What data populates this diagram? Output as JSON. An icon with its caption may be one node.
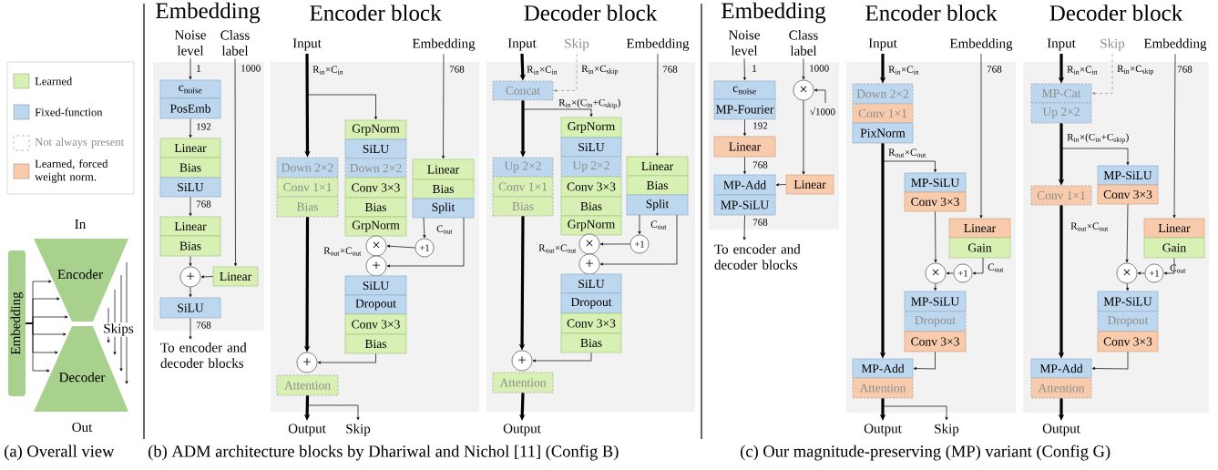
{
  "diagram": {
    "nodes": [
      {
        "text": [
          "Embedding"
        ]
      },
      {
        "text": [
          "Encoder"
        ],
        "beside": [
          "In"
        ]
      },
      {
        "text": [
          "Decoder"
        ],
        "beside": [
          "Out"
        ]
      },
      {
        "text": [
          "Embedding"
        ]
      },
      {
        "text": [
          "Noise level"
        ]
      },
      {
        "text": [
          "Class label"
        ]
      },
      {
        "text": [
          "c$_{noise}$"
        ],
        "in": 3
      },
      {
        "text": [
          "PosEmb"
        ],
        "in": 3
      },
      {
        "text": [
          "Linear"
        ],
        "in": 3
      },
      {
        "text": [
          "Bias"
        ],
        "in": 3
      },
      {
        "text": [
          "SiLU"
        ],
        "in": 3
      },
      {
        "text": [
          "Linear"
        ],
        "in": 3
      },
      {
        "text": [
          "Bias"
        ],
        "in": 3
      },
      {
        "text": [
          "+"
        ],
        "in": 3
      },
      {
        "text": [
          "Linear"
        ],
        "in": 3
      },
      {
        "text": [
          "SiLU"
        ],
        "in": 3
      },
      {
        "text": [
          "To encoder and decoder blocks"
        ]
      },
      {
        "text": [
          "Encoder block"
        ]
      },
      {
        "text": [
          "Input"
        ]
      },
      {
        "text": [
          "Embedding"
        ]
      },
      {
        "text": [
          "Down 2×2"
        ],
        "in": 17
      },
      {
        "text": [
          "Conv 1×1"
        ],
        "in": 17
      },
      {
        "text": [
          "Bias"
        ],
        "in": 17
      },
      {
        "text": [
          "GrpNorm"
        ],
        "in": 17
      },
      {
        "text": [
          "SiLU"
        ],
        "in": 17
      },
      {
        "text": [
          "Down 2×2"
        ],
        "in": 17
      },
      {
        "text": [
          "Conv 3×3"
        ],
        "in": 17
      },
      {
        "text": [
          "Bias"
        ],
        "in": 17
      },
      {
        "text": [
          "GrpNorm"
        ],
        "in": 17
      },
      {
        "text": [
          "Linear"
        ],
        "in": 17
      },
      {
        "text": [
          "Bias"
        ],
        "in": 17
      },
      {
        "text": [
          "Split"
        ],
        "in": 17
      },
      {
        "text": [
          "×"
        ],
        "in": 17
      },
      {
        "text": [
          "+1"
        ],
        "in": 17
      },
      {
        "text": [
          "+"
        ],
        "in": 17
      },
      {
        "text": [
          "SiLU"
        ],
        "in": 17
      },
      {
        "text": [
          "Dropout"
        ],
        "in": 17
      },
      {
        "text": [
          "Conv 3×3"
        ],
        "in": 17
      },
      {
        "text": [
          "Bias"
        ],
        "in": 17
      },
      {
        "text": [
          "+"
        ],
        "in": 17
      },
      {
        "text": [
          "Attention"
        ],
        "in": 17
      },
      {
        "text": [
          "Output"
        ]
      },
      {
        "text": [
          "Skip"
        ]
      },
      {
        "text": [
          "Decoder block"
        ]
      },
      {
        "text": [
          "Input"
        ]
      },
      {
        "text": [
          "Skip"
        ]
      },
      {
        "text": [
          "Embedding"
        ]
      },
      {
        "text": [
          "Concat"
        ],
        "in": 43
      },
      {
        "text": [
          "Up 2×2"
        ],
        "in": 43
      },
      {
        "text": [
          "Conv 1×1"
        ],
        "in": 43
      },
      {
        "text": [
          "Bias"
        ],
        "in": 43
      },
      {
        "text": [
          "GrpNorm"
        ],
        "in": 43
      },
      {
        "text": [
          "SiLU"
        ],
        "in": 43
      },
      {
        "text": [
          "Up 2×2"
        ],
        "in": 43
      },
      {
        "text": [
          "Conv 3×3"
        ],
        "in": 43
      },
      {
        "text": [
          "Bias"
        ],
        "in": 43
      },
      {
        "text": [
          "GrpNorm"
        ],
        "in": 43
      },
      {
        "text": [
          "Linear"
        ],
        "in": 43
      },
      {
        "text": [
          "Bias"
        ],
        "in": 43
      },
      {
        "text": [
          "Split"
        ],
        "in": 43
      },
      {
        "text": [
          "×"
        ],
        "in": 43
      },
      {
        "text": [
          "+1"
        ],
        "in": 43
      },
      {
        "text": [
          "+"
        ],
        "in": 43
      },
      {
        "text": [
          "SiLU"
        ],
        "in": 43
      },
      {
        "text": [
          "Dropout"
        ],
        "in": 43
      },
      {
        "text": [
          "Conv 3×3"
        ],
        "in": 43
      },
      {
        "text": [
          "Bias"
        ],
        "in": 43
      },
      {
        "text": [
          "+"
        ],
        "in": 43
      },
      {
        "text": [
          "Attention"
        ],
        "in": 43
      },
      {
        "text": [
          "Output"
        ]
      },
      {
        "text": [
          "Embedding"
        ]
      },
      {
        "text": [
          "Noise level"
        ]
      },
      {
        "text": [
          "Class label"
        ]
      },
      {
        "text": [
          "c$_{noise}$"
        ],
        "in": 70
      },
      {
        "text": [
          "MP-Fourier"
        ],
        "in": 70
      },
      {
        "text": [
          "Linear"
        ],
        "in": 70
      },
      {
        "text": [
          "MP-Add"
        ],
        "in": 70
      },
      {
        "text": [
          "MP-SiLU"
        ],
        "in": 70
      },
      {
        "text": [
          "×"
        ],
        "in": 70
      },
      {
        "text": [
          "√1000"
        ],
        "in": 70
      },
      {
        "text": [
          "Linear"
        ],
        "in": 70
      },
      {
        "text": [
          "To encoder and decoder blocks"
        ]
      },
      {
        "text": [
          "Encoder block"
        ]
      },
      {
        "text": [
          "Input"
        ]
      },
      {
        "text": [
          "Embedding"
        ]
      },
      {
        "text": [
          "Down 2×2"
        ],
        "in": 82
      },
      {
        "text": [
          "Conv 1×1"
        ],
        "in": 82
      },
      {
        "text": [
          "PixNorm"
        ],
        "in": 82
      },
      {
        "text": [
          "MP-SiLU"
        ],
        "in": 82
      },
      {
        "text": [
          "Conv 3×3"
        ],
        "in": 82
      },
      {
        "text": [
          "Linear"
        ],
        "in": 82
      },
      {
        "text": [
          "Gain"
        ],
        "in": 82
      },
      {
        "text": [
          "×"
        ],
        "in": 82
      },
      {
        "text": [
          "+1"
        ],
        "in": 82
      },
      {
        "text": [
          "MP-SiLU"
        ],
        "in": 82
      },
      {
        "text": [
          "Dropout"
        ],
        "in": 82
      },
      {
        "text": [
          "Conv 3×3"
        ],
        "in": 82
      },
      {
        "text": [
          "MP-Add"
        ],
        "in": 82
      },
      {
        "text": [
          "Attention"
        ],
        "in": 82
      },
      {
        "text": [
          "Output"
        ]
      },
      {
        "text": [
          "Skip"
        ]
      },
      {
        "text": [
          "Decoder block"
        ]
      },
      {
        "text": [
          "Input"
        ]
      },
      {
        "text": [
          "Skip"
        ]
      },
      {
        "text": [
          "Embedding"
        ]
      },
      {
        "text": [
          "MP-Cat"
        ],
        "in": 101
      },
      {
        "text": [
          "Up 2×2"
        ],
        "in": 101
      },
      {
        "text": [
          "MP-SiLU"
        ],
        "in": 101
      },
      {
        "text": [
          "Conv 3×3"
        ],
        "in": 101
      },
      {
        "text": [
          "Conv 1×1"
        ],
        "in": 101
      },
      {
        "text": [
          "Linear"
        ],
        "in": 101
      },
      {
        "text": [
          "Gain"
        ],
        "in": 101
      },
      {
        "text": [
          "×"
        ],
        "in": 101
      },
      {
        "text": [
          "+1"
        ],
        "in": 101
      },
      {
        "text": [
          "MP-SiLU"
        ],
        "in": 101
      },
      {
        "text": [
          "Dropout"
        ],
        "in": 101
      },
      {
        "text": [
          "Conv 3×3"
        ],
        "in": 101
      },
      {
        "text": [
          "MP-Add"
        ],
        "in": 101
      },
      {
        "text": [
          "Attention"
        ],
        "in": 101
      },
      {
        "text": [
          "Output"
        ]
      }
    ],
    "edges": [
      {
        "from": 0,
        "to": 1,
        "arrow": "to"
      },
      {
        "from": 0,
        "to": 1,
        "arrow": "to"
      },
      {
        "from": 0,
        "to": 1,
        "arrow": "to"
      },
      {
        "from": 0,
        "to": 2,
        "arrow": "to"
      },
      {
        "from": 0,
        "to": 2,
        "arrow": "to"
      },
      {
        "from": 0,
        "to": 2,
        "arrow": "to"
      },
      {
        "from": 4,
        "to": 6,
        "arrow": "to"
      },
      {
        "from": 7,
        "to": 8,
        "arrow": "to"
      },
      {
        "from": 10,
        "to": 11,
        "arrow": "to"
      },
      {
        "from": 12,
        "to": 13,
        "arrow": "to"
      },
      {
        "from": 5,
        "to": 14,
        "arrow": "to"
      },
      {
        "from": 14,
        "to": 13,
        "arrow": "to"
      },
      {
        "from": 13,
        "to": 15,
        "arrow": "to"
      },
      {
        "from": 15,
        "to": 16,
        "arrow": "to"
      },
      {
        "from": 18,
        "to": 20,
        "arrow": "to",
        "style": "thick"
      },
      {
        "from": 18,
        "to": 23,
        "arrow": "to"
      },
      {
        "from": 19,
        "to": 29,
        "arrow": "to"
      },
      {
        "from": 31,
        "to": 33,
        "arrow": "to"
      },
      {
        "from": 33,
        "to": 32,
        "arrow": "to"
      },
      {
        "from": 31,
        "to": 34,
        "arrow": "to"
      },
      {
        "from": 22,
        "to": 39,
        "arrow": "to",
        "style": "thick"
      },
      {
        "from": 38,
        "to": 39,
        "arrow": "to"
      },
      {
        "from": 40,
        "to": 41,
        "arrow": "to",
        "style": "thick"
      },
      {
        "from": 40,
        "to": 42,
        "arrow": "to"
      },
      {
        "from": 44,
        "to": 47,
        "arrow": "to",
        "style": "thick"
      },
      {
        "from": 45,
        "to": 47,
        "arrow": "to",
        "style": "dashed",
        "color": "#8c8c8c"
      },
      {
        "from": 47,
        "to": 48,
        "arrow": "to",
        "style": "thick"
      },
      {
        "from": 47,
        "to": 51,
        "arrow": "to"
      },
      {
        "from": 46,
        "to": 57,
        "arrow": "to"
      },
      {
        "from": 59,
        "to": 61,
        "arrow": "to"
      },
      {
        "from": 61,
        "to": 60,
        "arrow": "to"
      },
      {
        "from": 59,
        "to": 62,
        "arrow": "to"
      },
      {
        "from": 50,
        "to": 67,
        "arrow": "to",
        "style": "thick"
      },
      {
        "from": 66,
        "to": 67,
        "arrow": "to"
      },
      {
        "from": 68,
        "to": 69,
        "arrow": "to",
        "style": "thick"
      },
      {
        "from": 71,
        "to": 73,
        "arrow": "to"
      },
      {
        "from": 74,
        "to": 75,
        "arrow": "to"
      },
      {
        "from": 75,
        "to": 76,
        "arrow": "to"
      },
      {
        "from": 72,
        "to": 78,
        "arrow": "to"
      },
      {
        "from": 79,
        "to": 78,
        "arrow": "to"
      },
      {
        "from": 78,
        "to": 80,
        "arrow": "to"
      },
      {
        "from": 80,
        "to": 76,
        "arrow": "to"
      },
      {
        "from": 77,
        "to": 81,
        "arrow": "to"
      },
      {
        "from": 83,
        "to": 85,
        "arrow": "to",
        "style": "thick"
      },
      {
        "from": 87,
        "to": 97,
        "arrow": "to",
        "style": "thick"
      },
      {
        "from": 87,
        "to": 88,
        "arrow": "to"
      },
      {
        "from": 84,
        "to": 90,
        "arrow": "to"
      },
      {
        "from": 89,
        "to": 92,
        "arrow": "to"
      },
      {
        "from": 91,
        "to": 93,
        "arrow": "to"
      },
      {
        "from": 93,
        "to": 92,
        "arrow": "to"
      },
      {
        "from": 92,
        "to": 94,
        "arrow": "to"
      },
      {
        "from": 96,
        "to": 97,
        "arrow": "to"
      },
      {
        "from": 98,
        "to": 99,
        "arrow": "to",
        "style": "thick"
      },
      {
        "from": 98,
        "to": 100,
        "arrow": "to"
      },
      {
        "from": 102,
        "to": 105,
        "arrow": "to",
        "style": "thick"
      },
      {
        "from": 103,
        "to": 105,
        "arrow": "to",
        "style": "dashed",
        "color": "#8c8c8c"
      },
      {
        "from": 106,
        "to": 109,
        "arrow": "to",
        "style": "thick"
      },
      {
        "from": 106,
        "to": 107,
        "arrow": "to"
      },
      {
        "from": 109,
        "to": 117,
        "arrow": "to",
        "style": "thick"
      },
      {
        "from": 104,
        "to": 110,
        "arrow": "to"
      },
      {
        "from": 108,
        "to": 112,
        "arrow": "to"
      },
      {
        "from": 111,
        "to": 113,
        "arrow": "to"
      },
      {
        "from": 113,
        "to": 112,
        "arrow": "to"
      },
      {
        "from": 112,
        "to": 114,
        "arrow": "to"
      },
      {
        "from": 116,
        "to": 117,
        "arrow": "to"
      },
      {
        "from": 118,
        "to": 119,
        "arrow": "to",
        "style": "thick"
      },
      {
        "from": 1,
        "to": 2,
        "arrow": "to"
      },
      {
        "from": 1,
        "to": 2,
        "arrow": "to"
      },
      {
        "from": 1,
        "to": 2,
        "arrow": "to"
      },
      {
        "from": 1,
        "to": 2,
        "arrow": "to"
      }
    ],
    "labels": [
      "Skips",
      "1",
      "1000",
      "192",
      "768",
      "768",
      "R$_{in}$×C$_{in}$",
      "768",
      "C$_{out}$",
      "R$_{out}$×C$_{out}$",
      "R$_{in}$×C$_{in}$",
      "R$_{in}$×C$_{skip}$",
      "768",
      "R$_{in}$×(C$_{in}$+C$_{skip}$)",
      "C$_{out}$",
      "R$_{out}$×C$_{out}$",
      "1",
      "1000",
      "192",
      "768",
      "768",
      "R$_{in}$×C$_{in}$",
      "768",
      "R$_{out}$×C$_{out}$",
      "C$_{out}$",
      "R$_{in}$×C$_{in}$",
      "R$_{in}$×C$_{skip}$",
      "768",
      "R$_{in}$×(C$_{in}$+C$_{skip}$)",
      "R$_{out}$×C$_{out}$",
      "C$_{out}$",
      "(a) Overall view",
      "(b) ADM architecture blocks by Dhariwal and Nichol [11] (Config B)",
      "(c) Our magnitude-preserving (MP) variant (Config G)"
    ],
    "legend": [
      {
        "text": "Learned",
        "color": "#d9f0b4"
      },
      {
        "text": "Fixed-function",
        "color": "#bdd7ee"
      },
      {
        "text": "Not always present"
      },
      {
        "text": "Learned, forced weight norm.",
        "color": "#f8cbad"
      }
    ]
  }
}
